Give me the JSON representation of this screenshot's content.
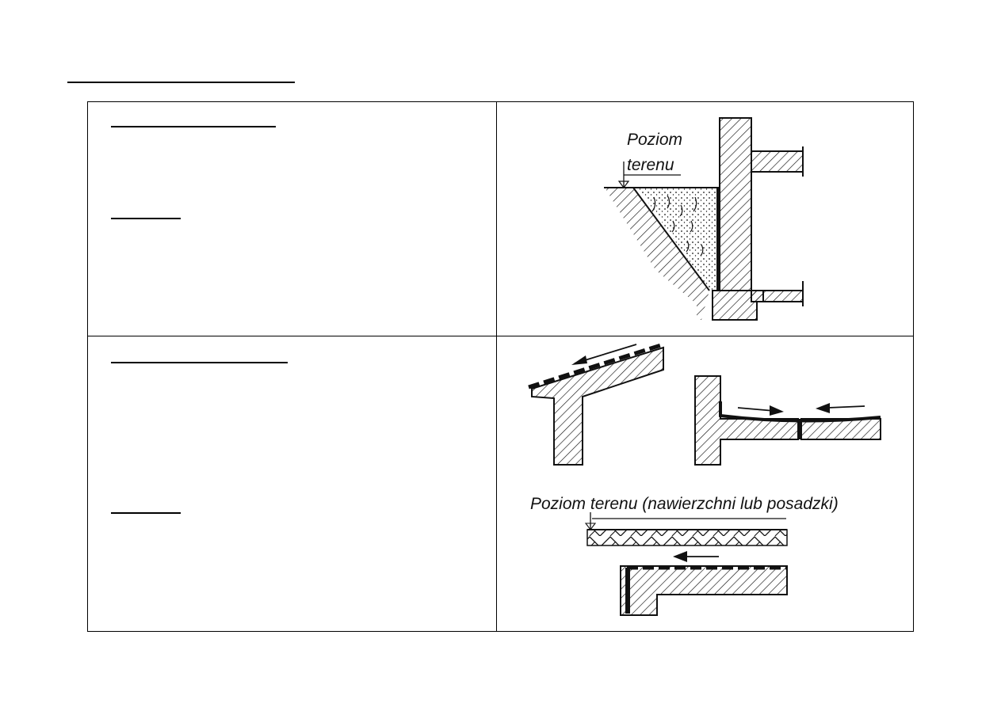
{
  "drawing_top": {
    "label_line1": "Poziom",
    "label_line2": "terenu"
  },
  "drawing_bottom": {
    "ground_label": "Poziom terenu (nawierzchni lub posadzki)"
  },
  "colors": {
    "ink": "#111111",
    "paper": "#ffffff"
  }
}
